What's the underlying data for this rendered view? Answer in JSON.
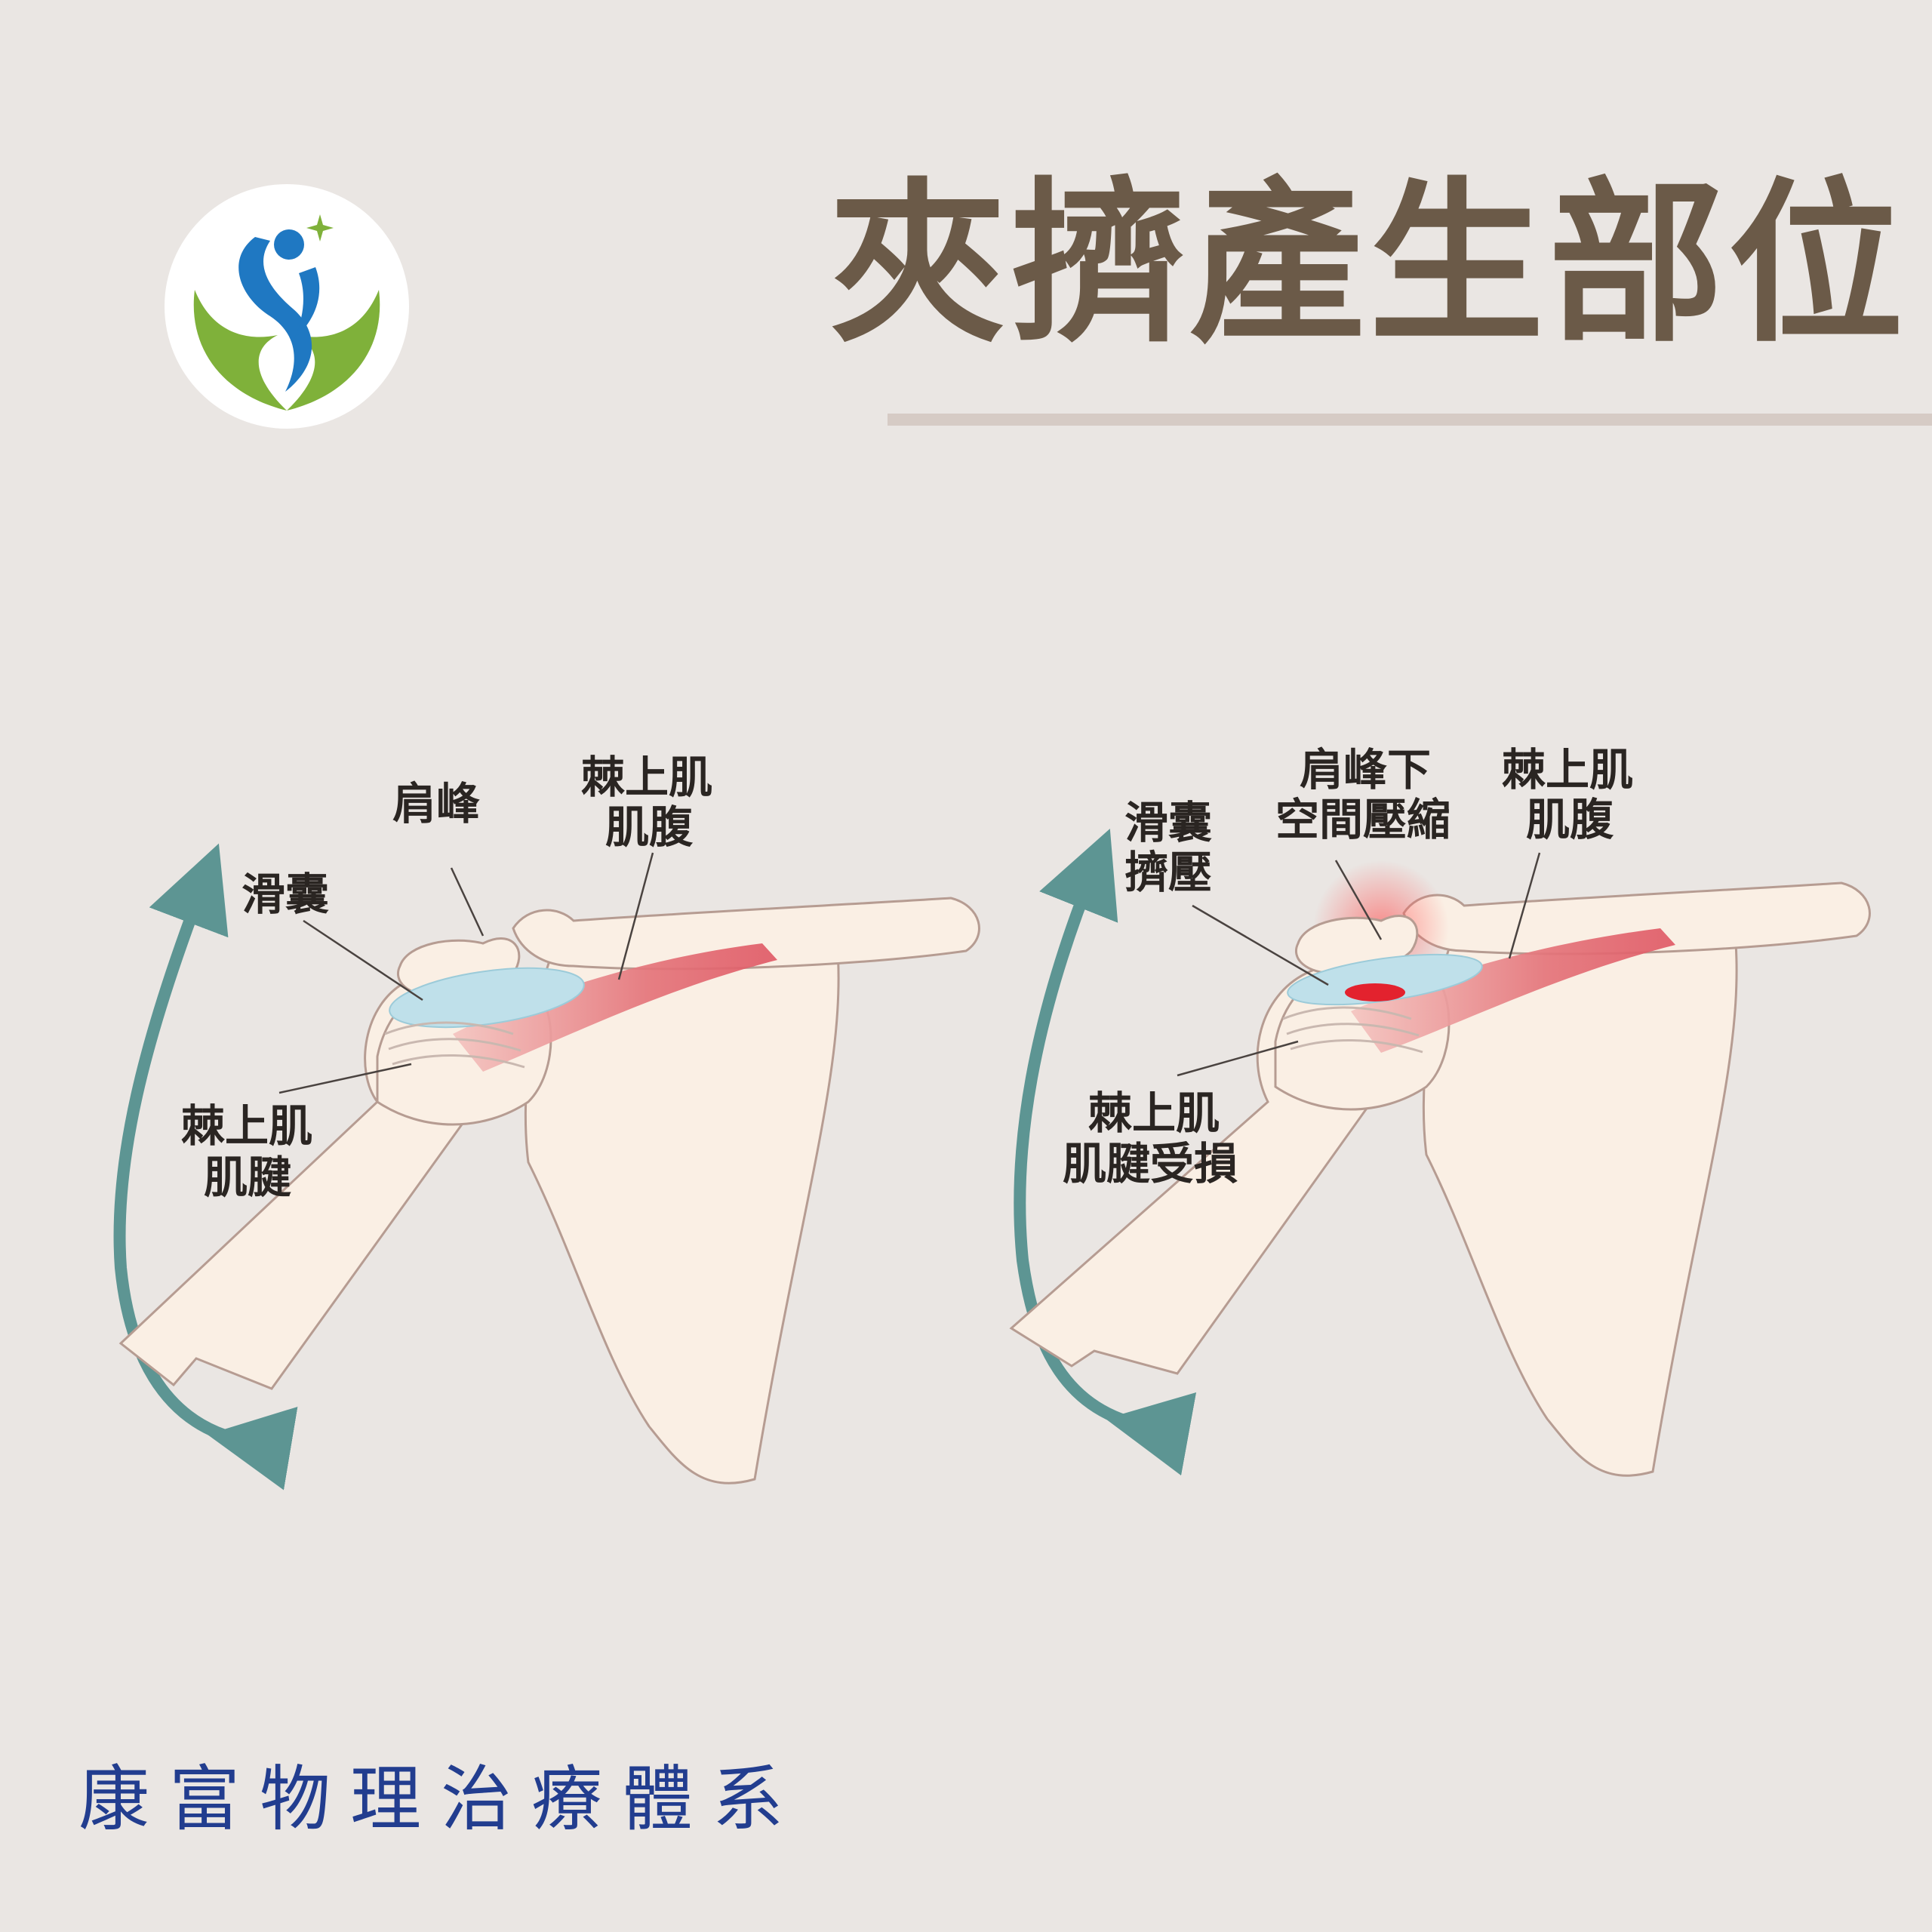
{
  "title": "夾擠產生部位",
  "footer_text": "康富物理治療體系",
  "logo": {
    "name": "clinic-logo",
    "colors": {
      "blue": "#1f78c2",
      "green": "#7fb13a",
      "star": "#7fb13a"
    }
  },
  "diagrams": [
    {
      "name": "normal-shoulder",
      "labels": {
        "acromion": "肩峰",
        "supraspinatus_belly_1": "棘上肌",
        "supraspinatus_belly_2": "肌腹",
        "bursa": "滑囊",
        "supraspinatus_tendon_1": "棘上肌",
        "supraspinatus_tendon_2": "肌腱"
      }
    },
    {
      "name": "impingement-shoulder",
      "labels": {
        "space_1": "肩峰下",
        "space_2": "空間壓縮",
        "supraspinatus_belly_1": "棘上肌",
        "supraspinatus_belly_2": "肌腹",
        "bursa_1": "滑囊",
        "bursa_2": "擠壓",
        "tendon_injury_1": "棘上肌",
        "tendon_injury_2": "肌腱受損"
      }
    }
  ],
  "colors": {
    "background": "#eae6e3",
    "title": "#6b5a48",
    "divider": "#d6cbc5",
    "arrow": "#5d9593",
    "bone_fill": "#faefe4",
    "bone_stroke": "#b69c92",
    "muscle": "#e4747a",
    "bursa": "#bfe0ea",
    "injury": "#e3222e",
    "footer": "#223d8f"
  }
}
